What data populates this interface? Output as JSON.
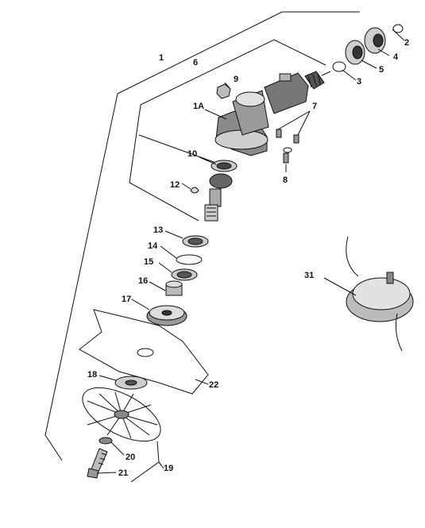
{
  "diagram": {
    "labels": {
      "p1": "1",
      "p1a": "1A",
      "p2": "2",
      "p3": "3",
      "p4": "4",
      "p5": "5",
      "p6": "6",
      "p7": "7",
      "p8": "8",
      "p9": "9",
      "p10": "10",
      "p12": "12",
      "p13": "13",
      "p14": "14",
      "p15": "15",
      "p16": "16",
      "p17": "17",
      "p18": "18",
      "p19": "19",
      "p20": "20",
      "p21": "21",
      "p22": "22",
      "p31": "31"
    },
    "colors": {
      "ink": "#111111",
      "fill_dark": "#444444",
      "fill_mid": "#8a8a8a",
      "fill_light": "#d6d6d6"
    }
  }
}
